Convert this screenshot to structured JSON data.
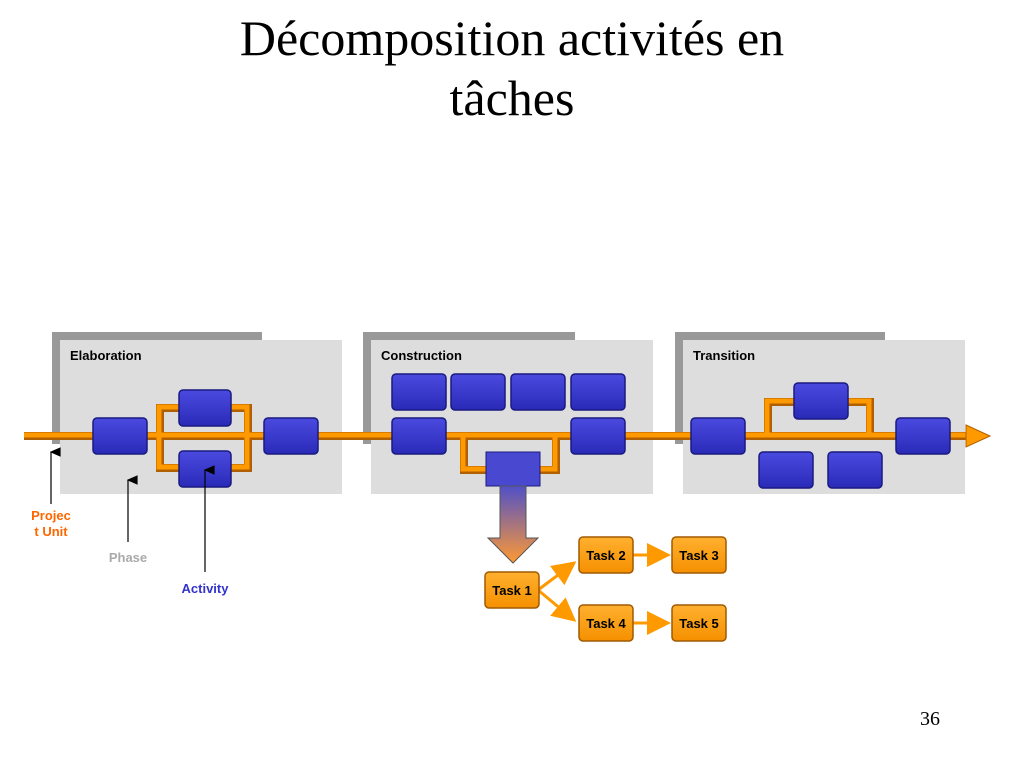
{
  "title_line1": "Décomposition activités en",
  "title_line2": "tâches",
  "page_number": "36",
  "phases": [
    {
      "label": "Elaboration"
    },
    {
      "label": "Construction"
    },
    {
      "label": "Transition"
    }
  ],
  "tasks": {
    "t1": "Task 1",
    "t2": "Task 2",
    "t3": "Task 3",
    "t4": "Task 4",
    "t5": "Task 5"
  },
  "legend": {
    "project_unit": "Project Unit",
    "phase": "Phase",
    "activity": "Activity"
  },
  "colors": {
    "activity": "#3333cc",
    "flow": "#ff9900",
    "phase_bg": "#dddddd",
    "phase_shadow": "#999999",
    "task": "#ff9900",
    "project_unit_text": "#ff6600",
    "phase_text": "#aaaaaa",
    "activity_text": "#3333cc"
  }
}
